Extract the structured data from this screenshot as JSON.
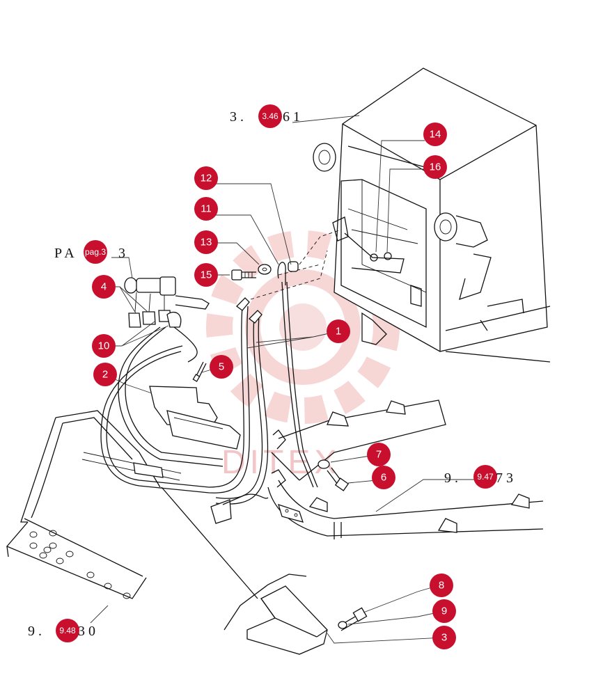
{
  "references": {
    "top": {
      "prefix": "3 . ",
      "badge": "3.46",
      "suffix": "6 1"
    },
    "left": {
      "prefix": "P A ",
      "badge": "pag.3",
      "suffix": "3"
    },
    "right": {
      "prefix": "9 . ",
      "badge": "9.47",
      "suffix": "7 3"
    },
    "bottom": {
      "prefix": "9 . ",
      "badge": "9.48",
      "suffix": "3 0"
    }
  },
  "callouts": [
    "1",
    "2",
    "3",
    "4",
    "5",
    "6",
    "7",
    "8",
    "9",
    "10",
    "11",
    "12",
    "13",
    "14",
    "15",
    "16"
  ],
  "watermark": "DITEX",
  "colors": {
    "callout": "#c8102e",
    "watermark": "#f2c6c6",
    "line": "#111111"
  }
}
